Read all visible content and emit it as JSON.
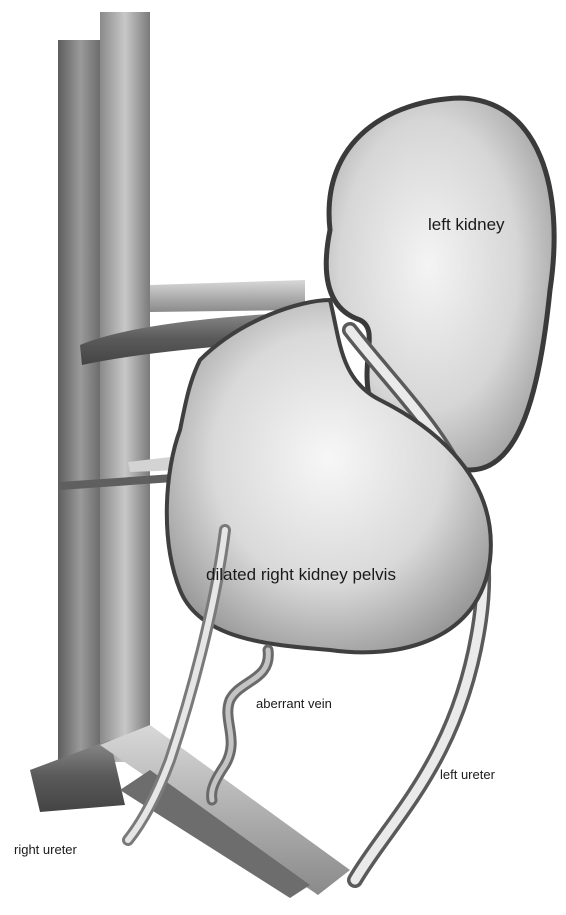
{
  "labels": {
    "left_kidney": "left kidney",
    "dilated_right_pelvis": "dilated right kidney pelvis",
    "aberrant_vein": "aberrant vein",
    "left_ureter": "left ureter",
    "right_ureter": "right ureter"
  },
  "colors": {
    "background": "#ffffff",
    "vessel_dark": "#6f6f6f",
    "vessel_light": "#c9c9c9",
    "kidney_fill": "#dcdcdc",
    "kidney_outline": "#3a3a3a",
    "text": "#1a1a1a"
  }
}
